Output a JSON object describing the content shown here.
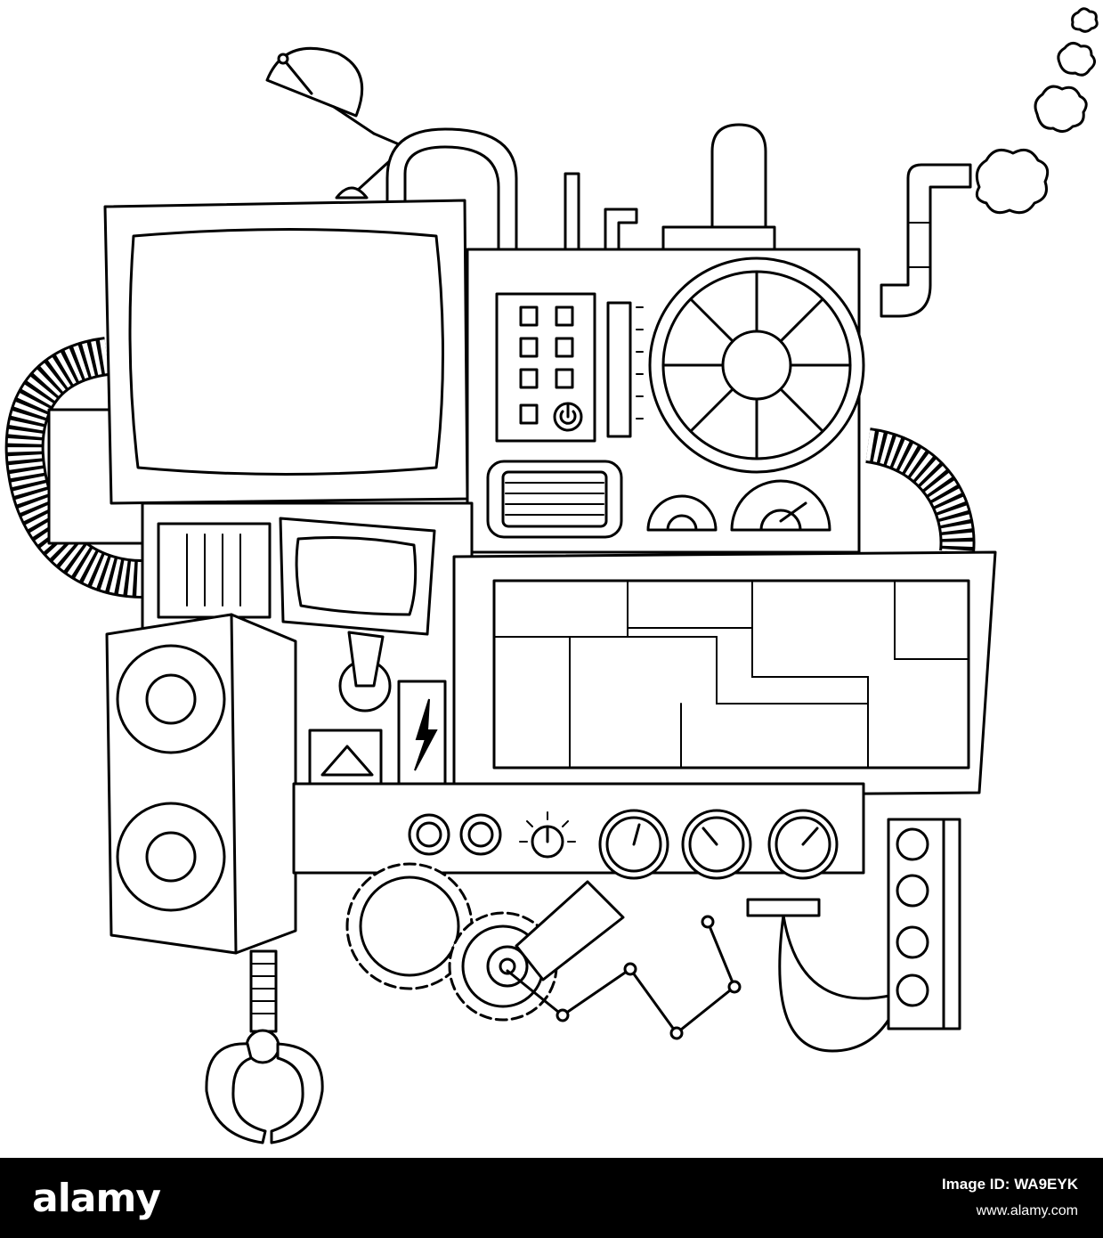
{
  "footer": {
    "logo": "alamy",
    "image_id": "Image ID: WA9EYK",
    "url": "www.alamy.com",
    "background": "#000000",
    "text_color": "#ffffff"
  },
  "illustration": {
    "style": "black-and-white line art",
    "parts": [
      "satellite-dish",
      "crt-monitor",
      "power-panel",
      "fan",
      "riveted-panel",
      "speaker-cabinet",
      "claw",
      "gears",
      "gauges",
      "power-strip",
      "smoke-pipe",
      "siren-light"
    ]
  }
}
